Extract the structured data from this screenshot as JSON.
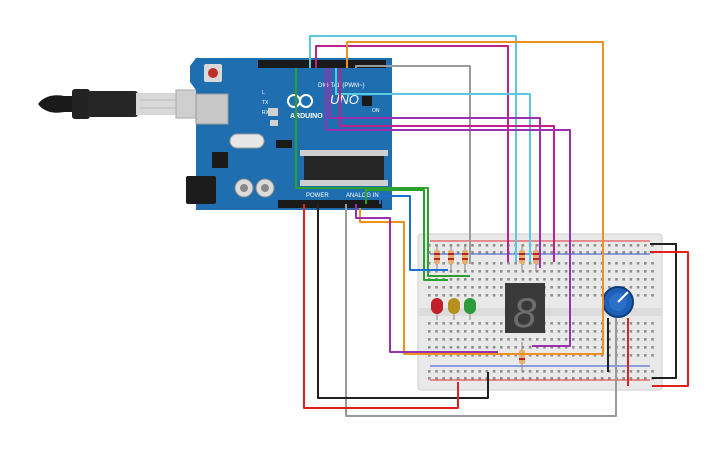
{
  "board": {
    "brand": "ARDUINO",
    "model": "UNO",
    "digital_label": "DIGITAL (PWM~)",
    "power_label": "POWER",
    "analog_label": "ANALOG IN",
    "on_label": "ON",
    "tx_label": "TX",
    "rx_label": "RX",
    "l_label": "L"
  },
  "display": {
    "digit": "8"
  },
  "colors": {
    "board": "#1f6fb0",
    "wire_red": "#e02020",
    "wire_black": "#202020",
    "wire_gray": "#9a9a9a",
    "wire_orange": "#f0901e",
    "wire_purple": "#9a2fb0",
    "wire_magenta": "#c0208a",
    "wire_cyan": "#5ac8e0",
    "wire_blue": "#1e6ed8",
    "wire_green": "#2ca02c",
    "led_red": "#c0202a",
    "led_yellow": "#b8901e",
    "led_green": "#2f9a3a",
    "pot": "#1e5fb8"
  },
  "components": {
    "usb_cable": "usb-cable",
    "leds": [
      "red",
      "yellow",
      "green"
    ],
    "resistor_count": 6
  }
}
